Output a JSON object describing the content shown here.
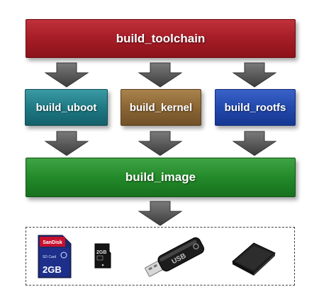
{
  "boxes": {
    "toolchain": "build_toolchain",
    "uboot": "build_uboot",
    "kernel": "build_kernel",
    "rootfs": "build_rootfs",
    "image": "build_image"
  },
  "devices": {
    "sd_card": {
      "brand": "SanDisk",
      "type": "SD Card",
      "capacity": "2GB"
    },
    "micro_sd": {
      "capacity": "2GB"
    },
    "usb_drive": {
      "text": "USB"
    },
    "nand_chip": {}
  },
  "colors": {
    "toolchain": "#a81e28",
    "uboot": "#1f7a84",
    "kernel": "#8b6635",
    "rootfs": "#2249ad",
    "image": "#238a2a",
    "arrow": "#5a5a5a"
  },
  "icons": [
    "down-arrow-icon",
    "sd-card-icon",
    "micro-sd-card-icon",
    "usb-drive-icon",
    "flash-chip-icon"
  ]
}
